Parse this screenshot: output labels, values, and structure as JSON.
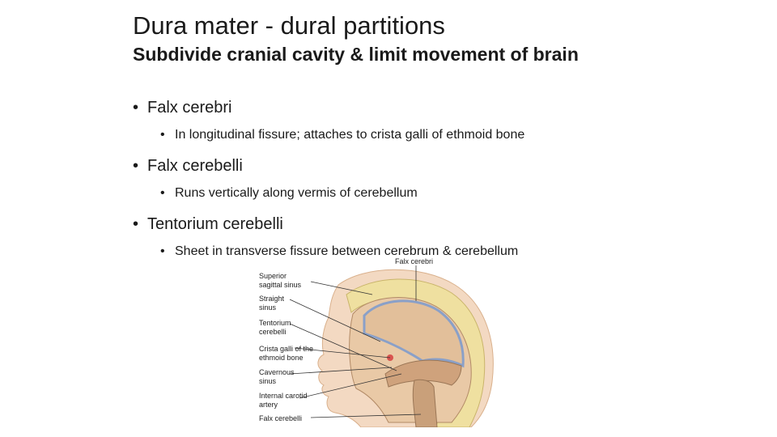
{
  "slide": {
    "title": "Dura mater - dural partitions",
    "subtitle": "Subdivide cranial cavity & limit movement of brain"
  },
  "bullets": [
    {
      "text": "Falx cerebri",
      "sub": "In longitudinal fissure; attaches to crista galli of ethmoid bone"
    },
    {
      "text": "Falx cerebelli",
      "sub": "Runs vertically along vermis of cerebellum"
    },
    {
      "text": "Tentorium cerebelli",
      "sub": "Sheet in transverse fissure between cerebrum & cerebellum"
    }
  ],
  "figure": {
    "labels": {
      "falx_cerebri": "Falx cerebri",
      "superior_1": "Superior",
      "superior_2": "sagittal sinus",
      "straight_1": "Straight",
      "straight_2": "sinus",
      "tentorium_1": "Tentorium",
      "tentorium_2": "cerebelli",
      "crista_1": "Crista galli of the",
      "crista_2": "ethmoid bone",
      "cavernous_1": "Cavernous",
      "cavernous_2": "sinus",
      "carotid_1": "Internal carotid",
      "carotid_2": "artery",
      "falx_cerebelli": "Falx cerebelli"
    }
  }
}
